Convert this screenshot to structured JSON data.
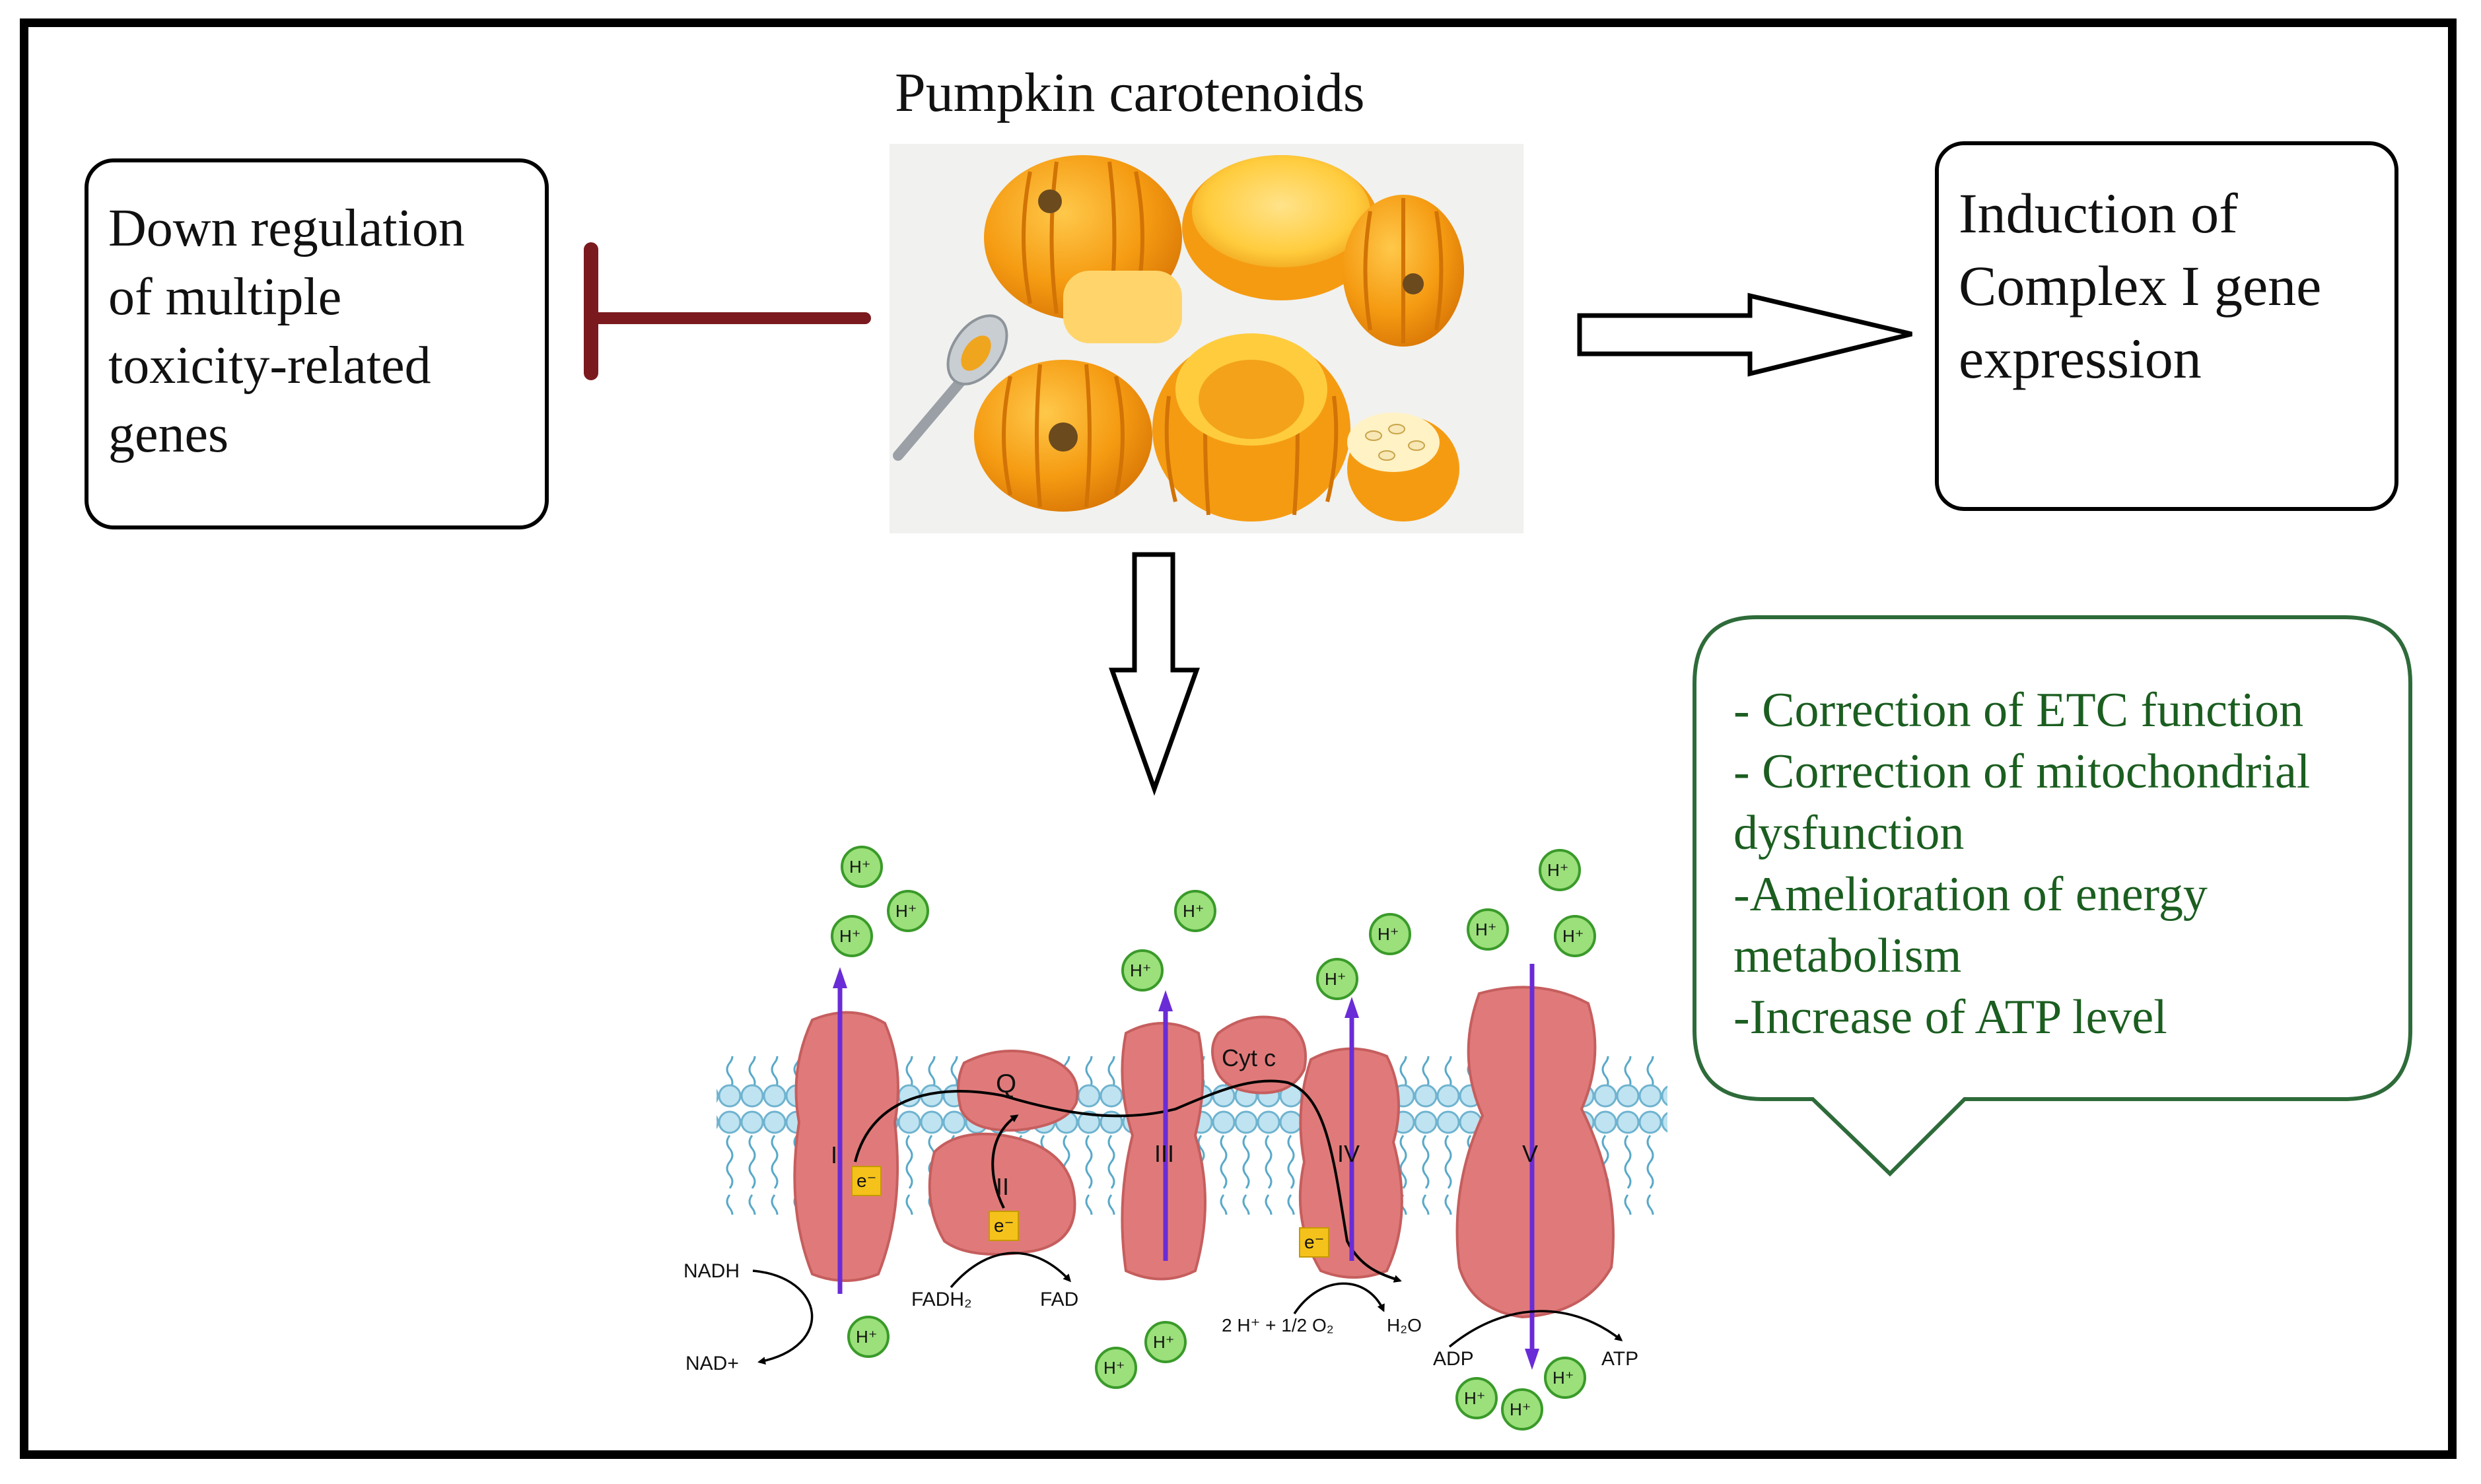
{
  "title": "Pumpkin carotenoids",
  "left_box": {
    "lines": [
      "Down regulation",
      "of multiple",
      "toxicity-related",
      "genes"
    ]
  },
  "right_box": {
    "lines": [
      "Induction of",
      "Complex I gene",
      "expression"
    ]
  },
  "effects": {
    "items": [
      "- Correction of ETC function",
      "- Correction of mitochondrial",
      "dysfunction",
      "-Amelioration of energy",
      "metabolism",
      "-Increase of ATP level"
    ]
  },
  "etc": {
    "complexes": [
      "I",
      "II",
      "III",
      "IV",
      "V"
    ],
    "carrier_q": "Q",
    "carrier_cytc": "Cyt c",
    "electron": "e⁻",
    "proton": "H⁺",
    "nadh": "NADH",
    "nad": "NAD+",
    "fadh2": "FADH₂",
    "fad": "FAD",
    "oxygen": "2 H⁺ + 1/2 O₂",
    "water": "H₂O",
    "adp": "ADP",
    "atp": "ATP"
  },
  "colors": {
    "inhibition": "#7b1a1e",
    "protein": "#e07a7a",
    "proton_fill": "#9be07a",
    "proton_stroke": "#3a9a2a",
    "arrow_purple": "#6a2cd6",
    "bubble_text": "#1b5e20",
    "bubble_border": "#2e6b3a",
    "membrane_head": "#bfe3f1"
  }
}
